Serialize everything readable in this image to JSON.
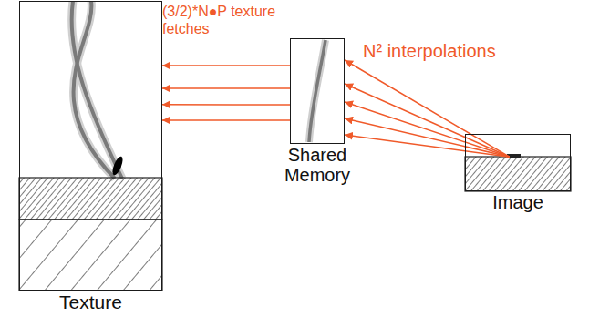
{
  "diagram": {
    "nodes": [
      {
        "text": [
          "Texture"
        ]
      },
      {
        "text": [
          "Shared Memory"
        ]
      },
      {
        "text": [
          "Image"
        ]
      }
    ],
    "edges": [
      {
        "from": 1,
        "to": 0,
        "arrow": "to"
      },
      {
        "from": 1,
        "to": 0,
        "arrow": "to"
      },
      {
        "from": 1,
        "to": 0,
        "arrow": "to"
      },
      {
        "from": 1,
        "to": 0,
        "arrow": "to"
      },
      {
        "from": 2,
        "to": 1,
        "arrow": "to"
      },
      {
        "from": 2,
        "to": 1,
        "arrow": "to"
      },
      {
        "from": 2,
        "to": 1,
        "arrow": "to"
      },
      {
        "from": 2,
        "to": 1,
        "arrow": "to"
      },
      {
        "from": 2,
        "to": 1,
        "arrow": "to"
      }
    ],
    "labels": [
      "(3/2)*N●P texture fetches",
      "N² interpolations"
    ]
  }
}
